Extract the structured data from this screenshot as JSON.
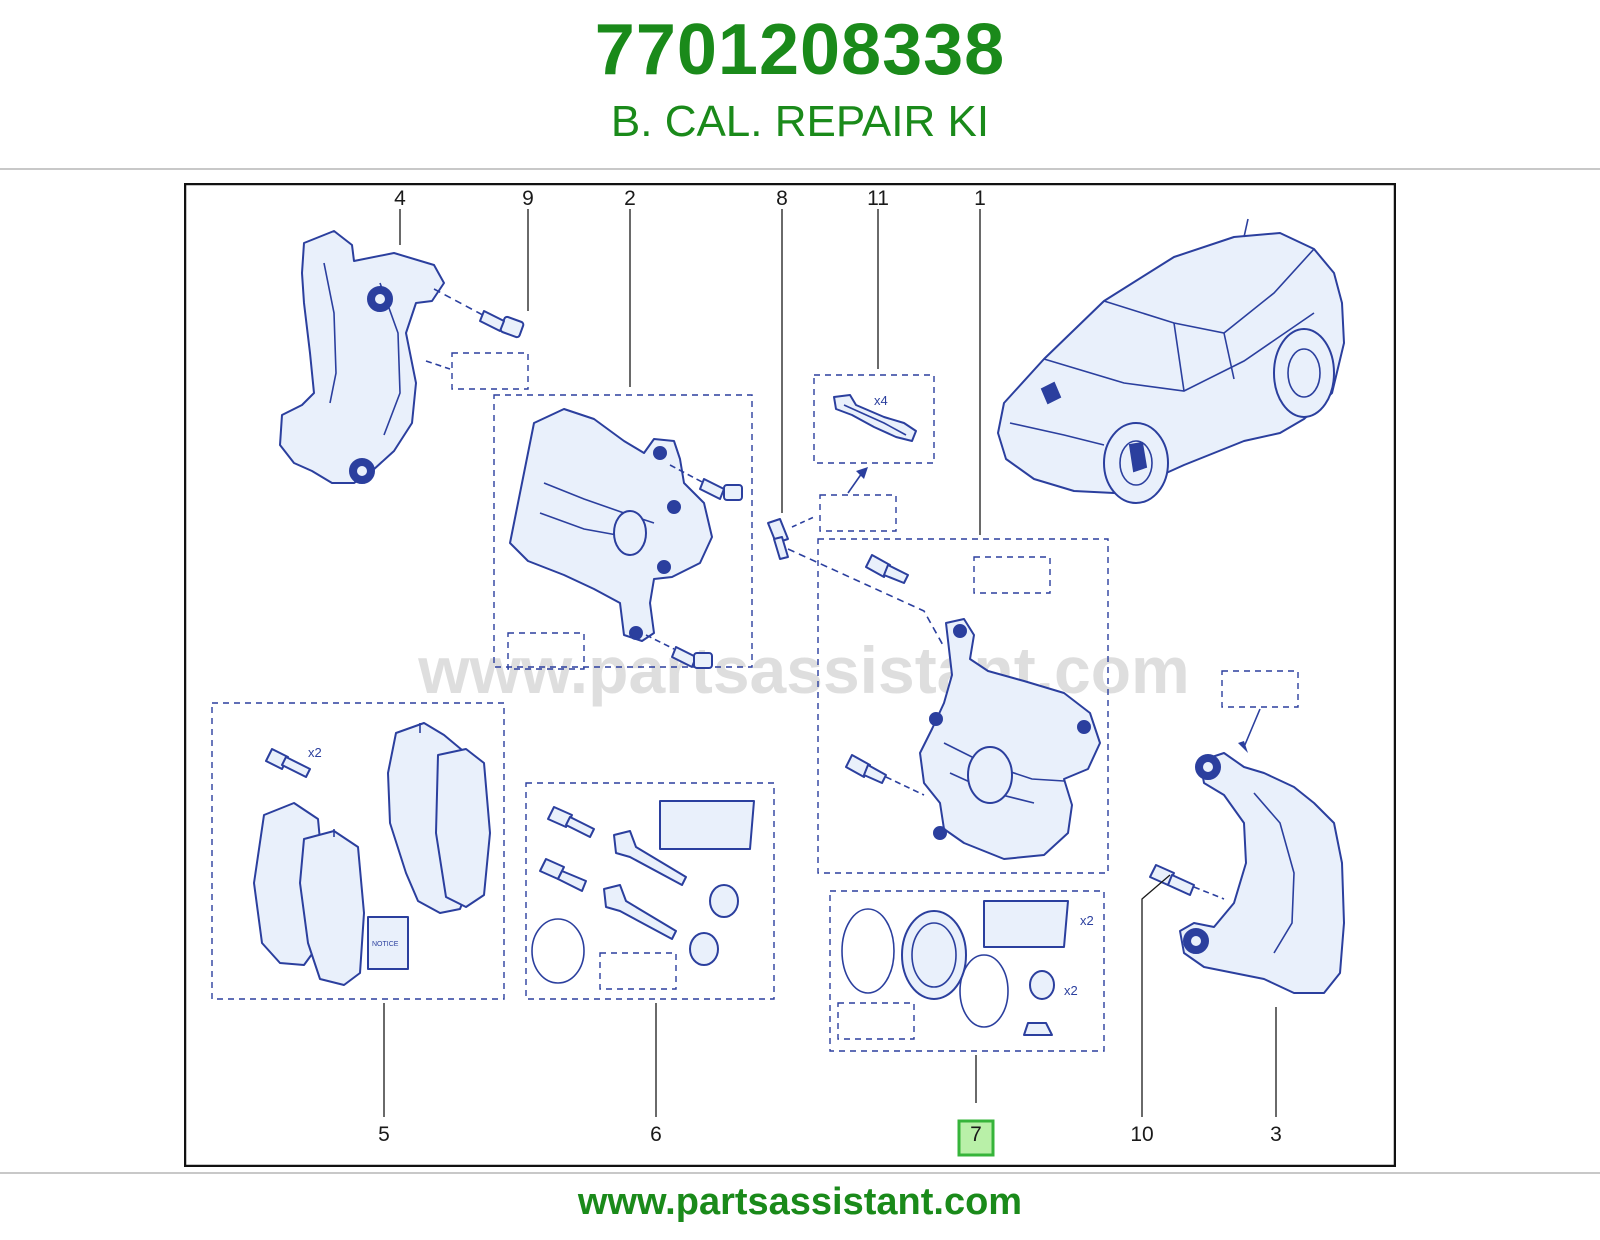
{
  "header": {
    "part_number": "7701208338",
    "description": "B. CAL. REPAIR KI"
  },
  "diagram": {
    "watermark": "www.partsassistant.com",
    "callouts": [
      "4",
      "9",
      "2",
      "8",
      "11",
      "1",
      "5",
      "6",
      "7",
      "10",
      "3"
    ],
    "highlighted_callout": "7",
    "quantity_labels": {
      "clips": "x4",
      "pad_bolts": "x2",
      "seal_kit": "x2",
      "boots": "x2"
    },
    "notice_label": "NOTICE",
    "colors": {
      "brand_green": "#1a8a1a",
      "line_blue": "#2b3f9e",
      "highlight_green": "#b9f0a8"
    }
  },
  "footer": {
    "url": "www.partsassistant.com"
  }
}
